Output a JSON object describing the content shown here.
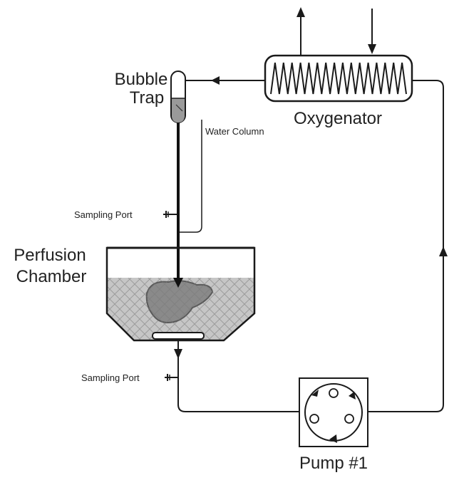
{
  "labels": {
    "bubble_trap_line1": "Bubble",
    "bubble_trap_line2": "Trap",
    "oxygenator": "Oxygenator",
    "water_column": "Water Column",
    "sampling_port_upper": "Sampling Port",
    "perfusion_chamber_line1": "Perfusion",
    "perfusion_chamber_line2": "Chamber",
    "sampling_port_lower": "Sampling Port",
    "pump": "Pump #1"
  },
  "colors": {
    "line": "#1a1a1a",
    "fluid": "#c6c6c6",
    "organ": "#8a8a8a",
    "mesh": "#7a7a7a"
  },
  "icons": {
    "oxygenator": "oxygenator-coil-icon",
    "bubble_trap": "bubble-trap-icon",
    "pump": "peristaltic-pump-icon",
    "organ": "liver-icon"
  }
}
